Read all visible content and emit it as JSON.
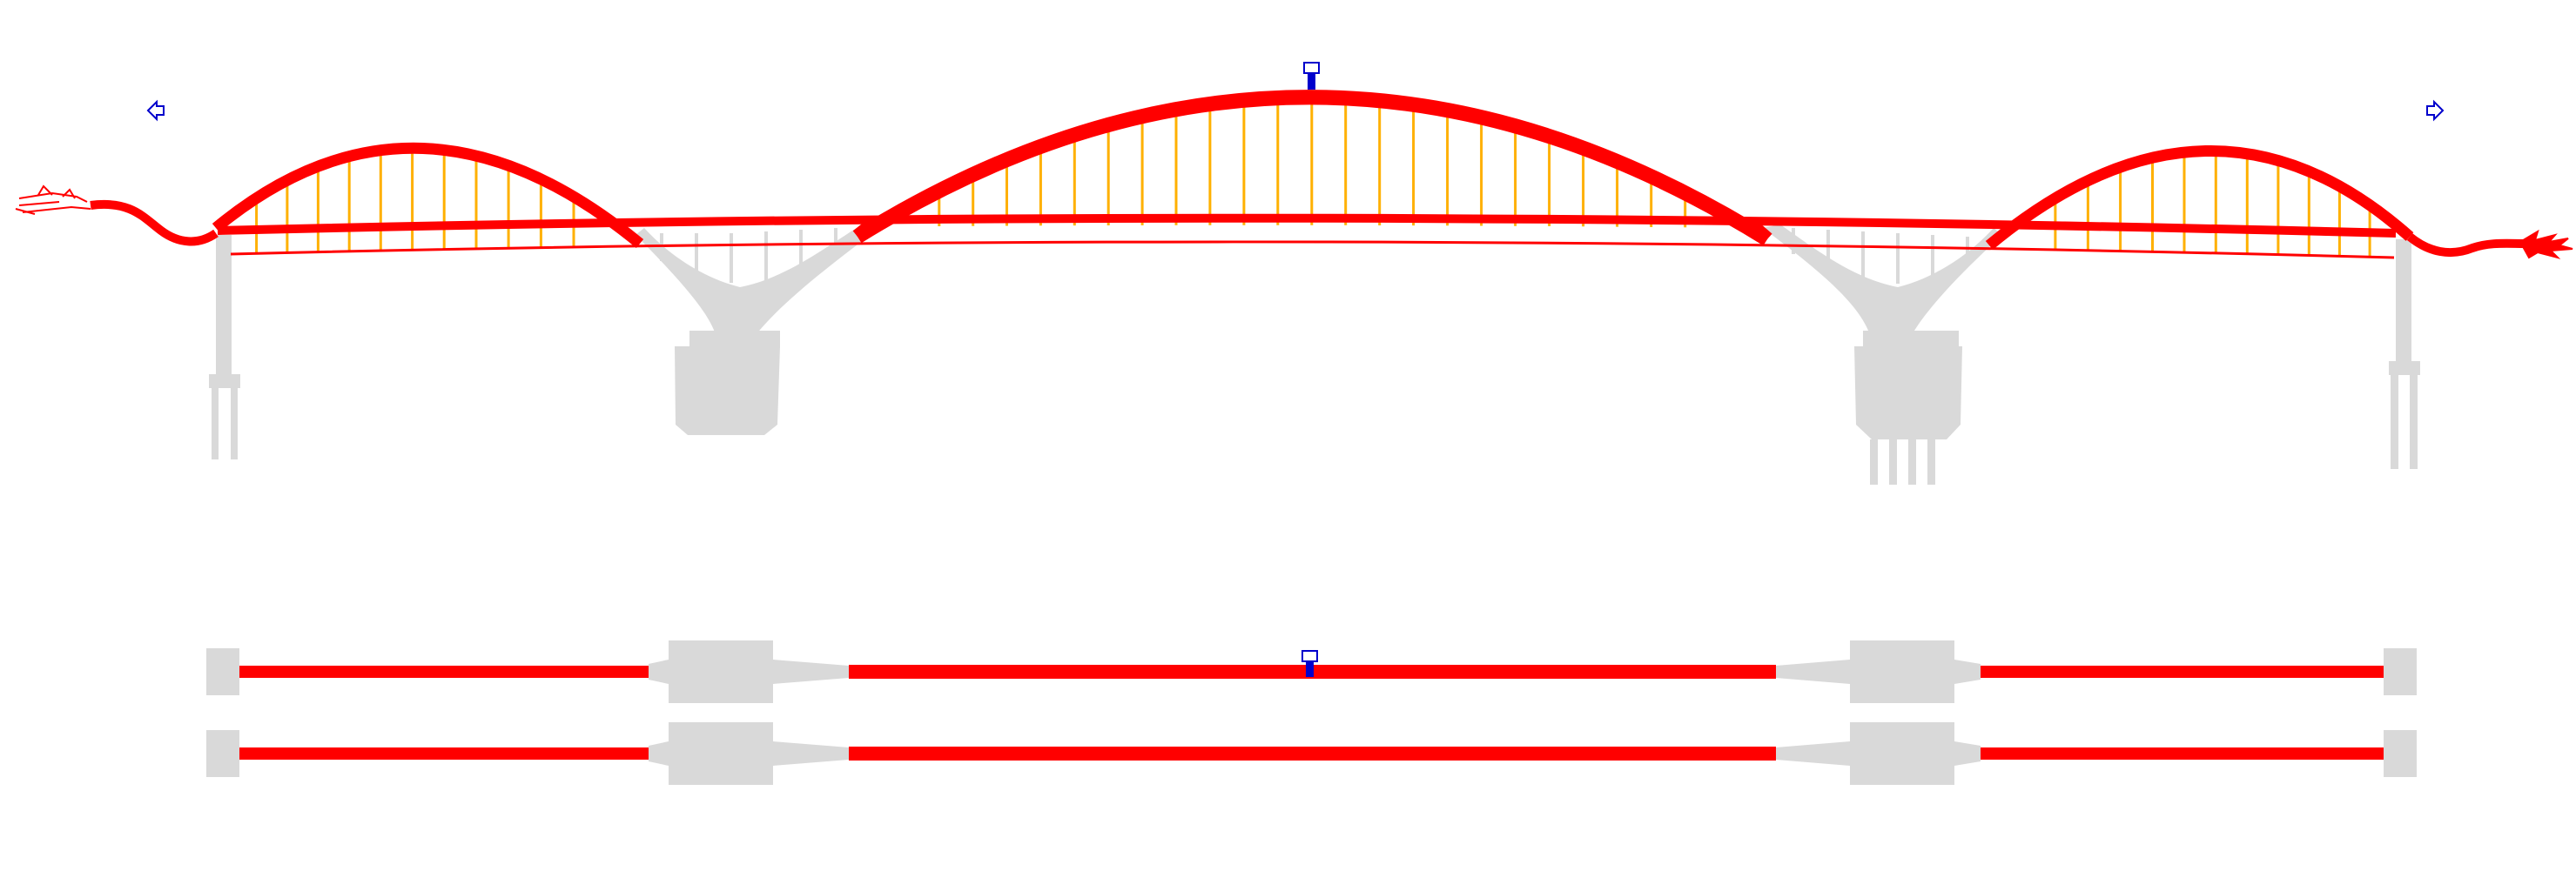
{
  "drawing": {
    "views": [
      "elevation",
      "plan"
    ],
    "spans": 3,
    "hangers": {
      "left_span": 11,
      "main_span": 23,
      "right_span": 11
    }
  },
  "colors": {
    "arch": "#ff0000",
    "hanger": "#ffb000",
    "pier": "#d9d9d9",
    "handle": "#0000cc",
    "background": "#ffffff"
  },
  "icons": {
    "left_nav": "left-arrow-icon",
    "right_nav": "right-arrow-icon",
    "arch_handle": "crown-handle-icon",
    "plan_handle": "plan-handle-icon",
    "left_ornament": "dragon-head-icon",
    "right_ornament": "dragon-tail-icon"
  }
}
